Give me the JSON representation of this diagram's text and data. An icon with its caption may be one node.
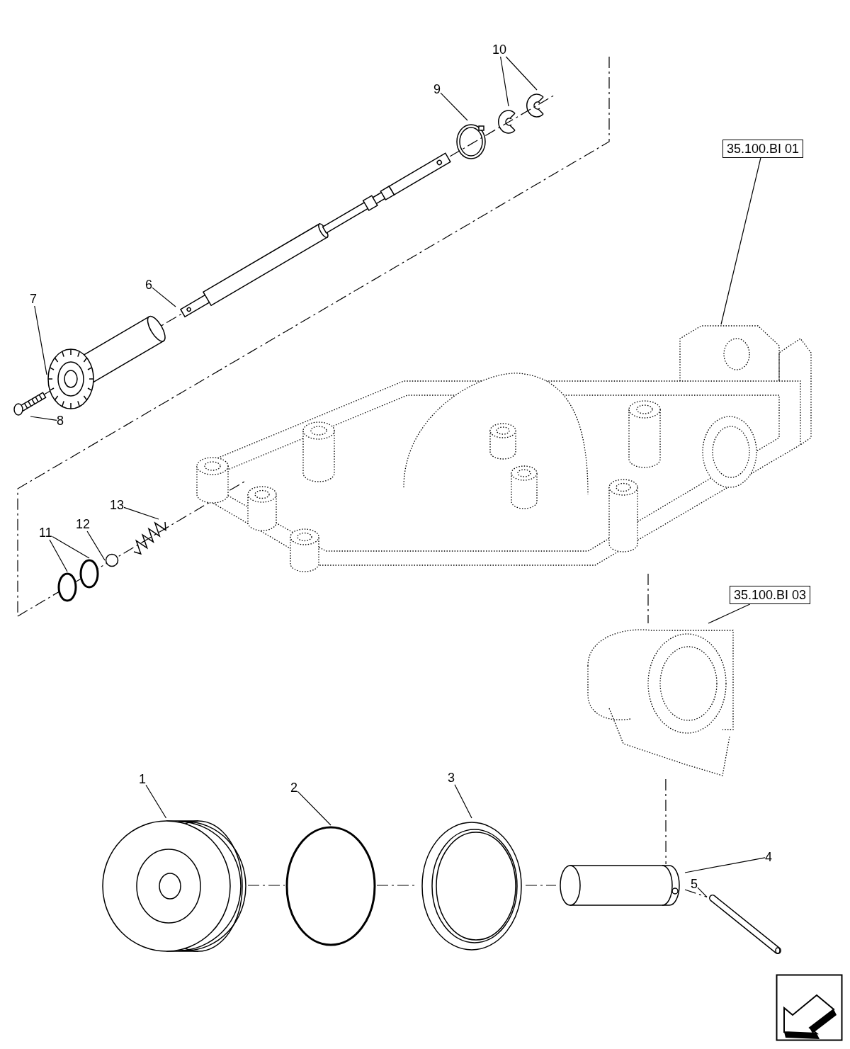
{
  "diagram": {
    "nodes": [
      {
        "text": [
          "10"
        ]
      },
      {
        "text": [],
        "shape": "picture"
      },
      {
        "text": [],
        "shape": "picture"
      },
      {
        "text": [
          "9"
        ]
      },
      {
        "text": [],
        "shape": "picture"
      },
      {
        "text": [
          "35.100.BI 01"
        ]
      },
      {
        "text": [],
        "shape": "picture"
      },
      {
        "text": [
          "6"
        ]
      },
      {
        "text": [],
        "shape": "picture"
      },
      {
        "text": [
          "7"
        ]
      },
      {
        "text": [],
        "shape": "picture"
      },
      {
        "text": [
          "8"
        ]
      },
      {
        "text": [],
        "shape": "picture"
      },
      {
        "text": [
          "13"
        ]
      },
      {
        "text": [],
        "shape": "picture"
      },
      {
        "text": [
          "12"
        ]
      },
      {
        "text": [],
        "shape": "circle"
      },
      {
        "text": [
          "11"
        ]
      },
      {
        "text": [],
        "shape": "circle"
      },
      {
        "text": [],
        "shape": "circle"
      },
      {
        "text": [
          "35.100.BI 03"
        ]
      },
      {
        "text": [],
        "shape": "picture"
      },
      {
        "text": [
          "1"
        ]
      },
      {
        "text": [],
        "shape": "picture"
      },
      {
        "text": [
          "2"
        ]
      },
      {
        "text": [],
        "shape": "circle"
      },
      {
        "text": [
          "3"
        ]
      },
      {
        "text": [],
        "shape": "picture"
      },
      {
        "text": [
          "4"
        ]
      },
      {
        "text": [],
        "shape": "picture"
      },
      {
        "text": [
          "5"
        ]
      },
      {
        "text": [],
        "shape": "bar"
      }
    ],
    "edges": [
      {
        "from": 0,
        "to": 1,
        "arrow": "none"
      },
      {
        "from": 0,
        "to": 2,
        "arrow": "none"
      },
      {
        "from": 3,
        "to": 4,
        "arrow": "none"
      },
      {
        "from": 5,
        "to": 6,
        "arrow": "none"
      },
      {
        "from": 7,
        "to": 8,
        "arrow": "none"
      },
      {
        "from": 9,
        "to": 10,
        "arrow": "none"
      },
      {
        "from": 11,
        "to": 12,
        "arrow": "none"
      },
      {
        "from": 13,
        "to": 14,
        "arrow": "none"
      },
      {
        "from": 15,
        "to": 16,
        "arrow": "none"
      },
      {
        "from": 17,
        "to": 18,
        "arrow": "none"
      },
      {
        "from": 17,
        "to": 19,
        "arrow": "none"
      },
      {
        "from": 20,
        "to": 21,
        "arrow": "none"
      },
      {
        "from": 22,
        "to": 23,
        "arrow": "none"
      },
      {
        "from": 24,
        "to": 25,
        "arrow": "none"
      },
      {
        "from": 26,
        "to": 27,
        "arrow": "none"
      },
      {
        "from": 28,
        "to": 29,
        "arrow": "none"
      },
      {
        "from": 30,
        "to": 31,
        "arrow": "none"
      },
      {
        "from": 23,
        "to": 25,
        "arrow": "none",
        "style": "dashed"
      },
      {
        "from": 25,
        "to": 27,
        "arrow": "none",
        "style": "dashed"
      },
      {
        "from": 27,
        "to": 29,
        "arrow": "none",
        "style": "dashed"
      },
      {
        "from": 6,
        "to": 21,
        "arrow": "none",
        "style": "dashed"
      },
      {
        "from": 21,
        "to": 29,
        "arrow": "none",
        "style": "dashed"
      },
      {
        "from": 29,
        "to": 31,
        "arrow": "none",
        "style": "dashed"
      }
    ]
  }
}
